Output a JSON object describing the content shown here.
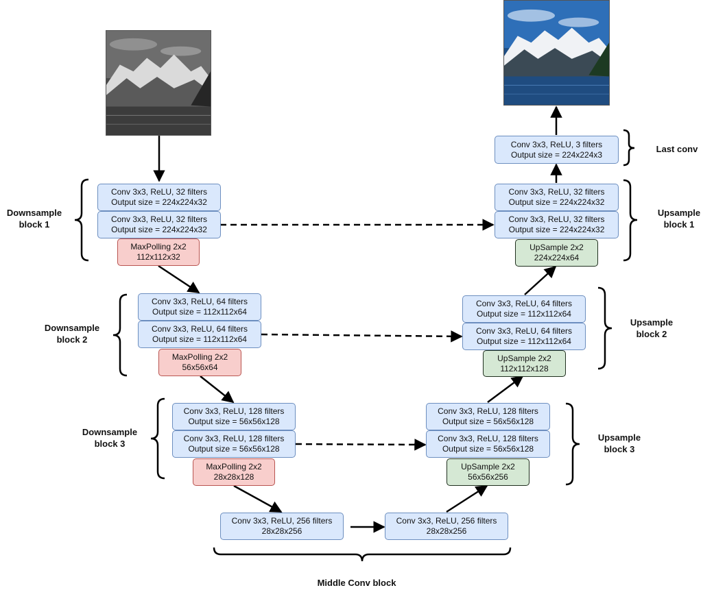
{
  "down1": {
    "conv1": {
      "l1": "Conv 3x3, ReLU, 32 filters",
      "l2": "Output size = 224x224x32"
    },
    "conv2": {
      "l1": "Conv 3x3, ReLU, 32 filters",
      "l2": "Output size = 224x224x32"
    },
    "pool": {
      "l1": "MaxPolling 2x2",
      "l2": "112x112x32"
    },
    "label": "Downsample\nblock 1"
  },
  "down2": {
    "conv1": {
      "l1": "Conv 3x3, ReLU, 64 filters",
      "l2": "Output size = 112x112x64"
    },
    "conv2": {
      "l1": "Conv 3x3, ReLU, 64 filters",
      "l2": "Output size = 112x112x64"
    },
    "pool": {
      "l1": "MaxPolling 2x2",
      "l2": "56x56x64"
    },
    "label": "Downsample\nblock 2"
  },
  "down3": {
    "conv1": {
      "l1": "Conv 3x3, ReLU, 128 filters",
      "l2": "Output size = 56x56x128"
    },
    "conv2": {
      "l1": "Conv 3x3, ReLU, 128 filters",
      "l2": "Output size = 56x56x128"
    },
    "pool": {
      "l1": "MaxPolling 2x2",
      "l2": "28x28x128"
    },
    "label": "Downsample\nblock 3"
  },
  "middle": {
    "conv1": {
      "l1": "Conv 3x3, ReLU, 256 filters",
      "l2": "28x28x256"
    },
    "conv2": {
      "l1": "Conv 3x3, ReLU, 256 filters",
      "l2": "28x28x256"
    },
    "label": "Middle Conv block"
  },
  "up3": {
    "up": {
      "l1": "UpSample 2x2",
      "l2": "56x56x256"
    },
    "conv1": {
      "l1": "Conv 3x3, ReLU, 128 filters",
      "l2": "Output size = 56x56x128"
    },
    "conv2": {
      "l1": "Conv 3x3, ReLU, 128 filters",
      "l2": "Output size = 56x56x128"
    },
    "label": "Upsample\nblock 3"
  },
  "up2": {
    "up": {
      "l1": "UpSample 2x2",
      "l2": "112x112x128"
    },
    "conv1": {
      "l1": "Conv 3x3, ReLU, 64  filters",
      "l2": "Output size = 112x112x64"
    },
    "conv2": {
      "l1": "Conv 3x3, ReLU, 64  filters",
      "l2": "Output size = 112x112x64"
    },
    "label": "Upsample\nblock 2"
  },
  "up1": {
    "up": {
      "l1": "UpSample 2x2",
      "l2": "224x224x64"
    },
    "conv1": {
      "l1": "Conv 3x3, ReLU, 32 filters",
      "l2": "Output size = 224x224x32"
    },
    "conv2": {
      "l1": "Conv 3x3, ReLU, 32 filters",
      "l2": "Output size = 224x224x32"
    },
    "label": "Upsample\nblock 1"
  },
  "last": {
    "conv": {
      "l1": "Conv 3x3, ReLU, 3 filters",
      "l2": "Output size = 224x224x3"
    },
    "label": "Last conv"
  },
  "colors": {
    "conv_fill": "#dae8fc",
    "conv_border": "#6c8ebf",
    "pool_fill": "#f8cecc",
    "pool_border": "#b85450",
    "up_fill": "#d5e8d4",
    "up_border": "#1f2f1e"
  }
}
